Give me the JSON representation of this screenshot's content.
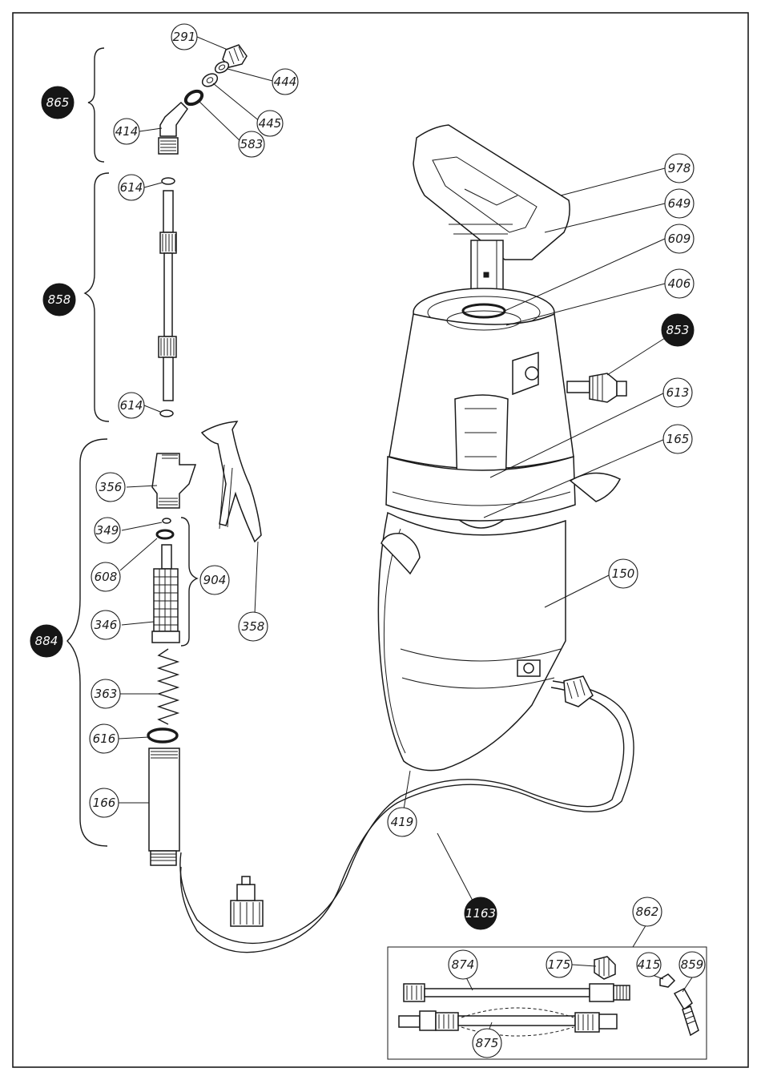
{
  "parts": {
    "p291": "291",
    "p444": "444",
    "p445": "445",
    "p583": "583",
    "p414": "414",
    "p865": "865",
    "p614a": "614",
    "p614b": "614",
    "p858": "858",
    "p356": "356",
    "p349": "349",
    "p608": "608",
    "p346": "346",
    "p904": "904",
    "p358": "358",
    "p884": "884",
    "p363": "363",
    "p616": "616",
    "p166": "166",
    "p978": "978",
    "p649": "649",
    "p609": "609",
    "p406": "406",
    "p853": "853",
    "p613": "613",
    "p165": "165",
    "p150": "150",
    "p419": "419",
    "p1163": "1163",
    "p862": "862",
    "p874": "874",
    "p175": "175",
    "p415": "415",
    "p859": "859",
    "p875": "875"
  }
}
